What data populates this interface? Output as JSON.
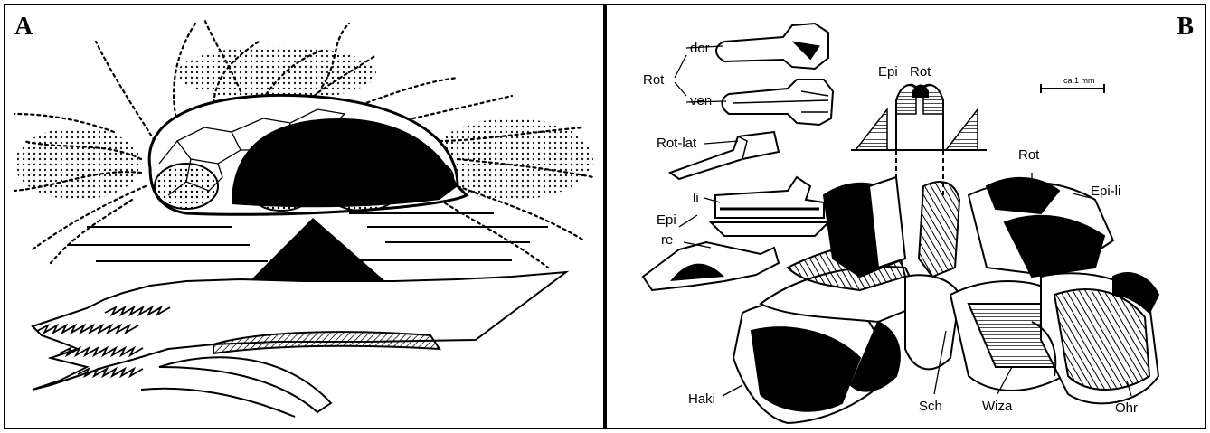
{
  "panels": {
    "a": {
      "letter": "A"
    },
    "b": {
      "letter": "B",
      "scale_bar": "ca.1 mm",
      "labels": {
        "dor": "dor",
        "rot_left": "Rot",
        "ven": "ven",
        "rot_lat": "Rot-lat",
        "li": "li",
        "epi_left": "Epi",
        "re": "re",
        "epi_top": "Epi",
        "rot_top": "Rot",
        "rot_right": "Rot",
        "epi_li": "Epi-li",
        "haki": "Haki",
        "sch": "Sch",
        "wiza": "Wiza",
        "ohr": "Ohr"
      }
    }
  }
}
